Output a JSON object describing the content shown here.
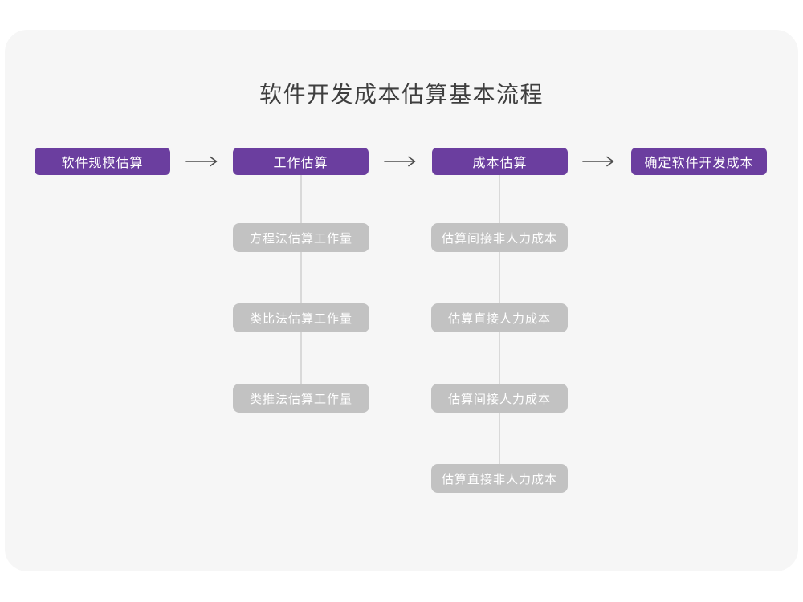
{
  "title": "软件开发成本估算基本流程",
  "colors": {
    "card_background": "#f6f6f6",
    "page_background": "#ffffff",
    "stage_box": "#6b3e9f",
    "substep_box": "#c2c2c2",
    "box_text": "#ffffff",
    "title_text": "#3f3f3f",
    "connector_line": "#d9d9d9",
    "arrow_line": "#4d4d4d"
  },
  "flow": {
    "arrow_glyph": "→",
    "stages": [
      {
        "label": "软件规模估算",
        "substeps": []
      },
      {
        "label": "工作估算",
        "substeps": [
          "方程法估算工作量",
          "类比法估算工作量",
          "类推法估算工作量"
        ]
      },
      {
        "label": "成本估算",
        "substeps": [
          "估算间接非人力成本",
          "估算直接人力成本",
          "估算间接人力成本",
          "估算直接非人力成本"
        ]
      },
      {
        "label": "确定软件开发成本",
        "substeps": []
      }
    ]
  }
}
